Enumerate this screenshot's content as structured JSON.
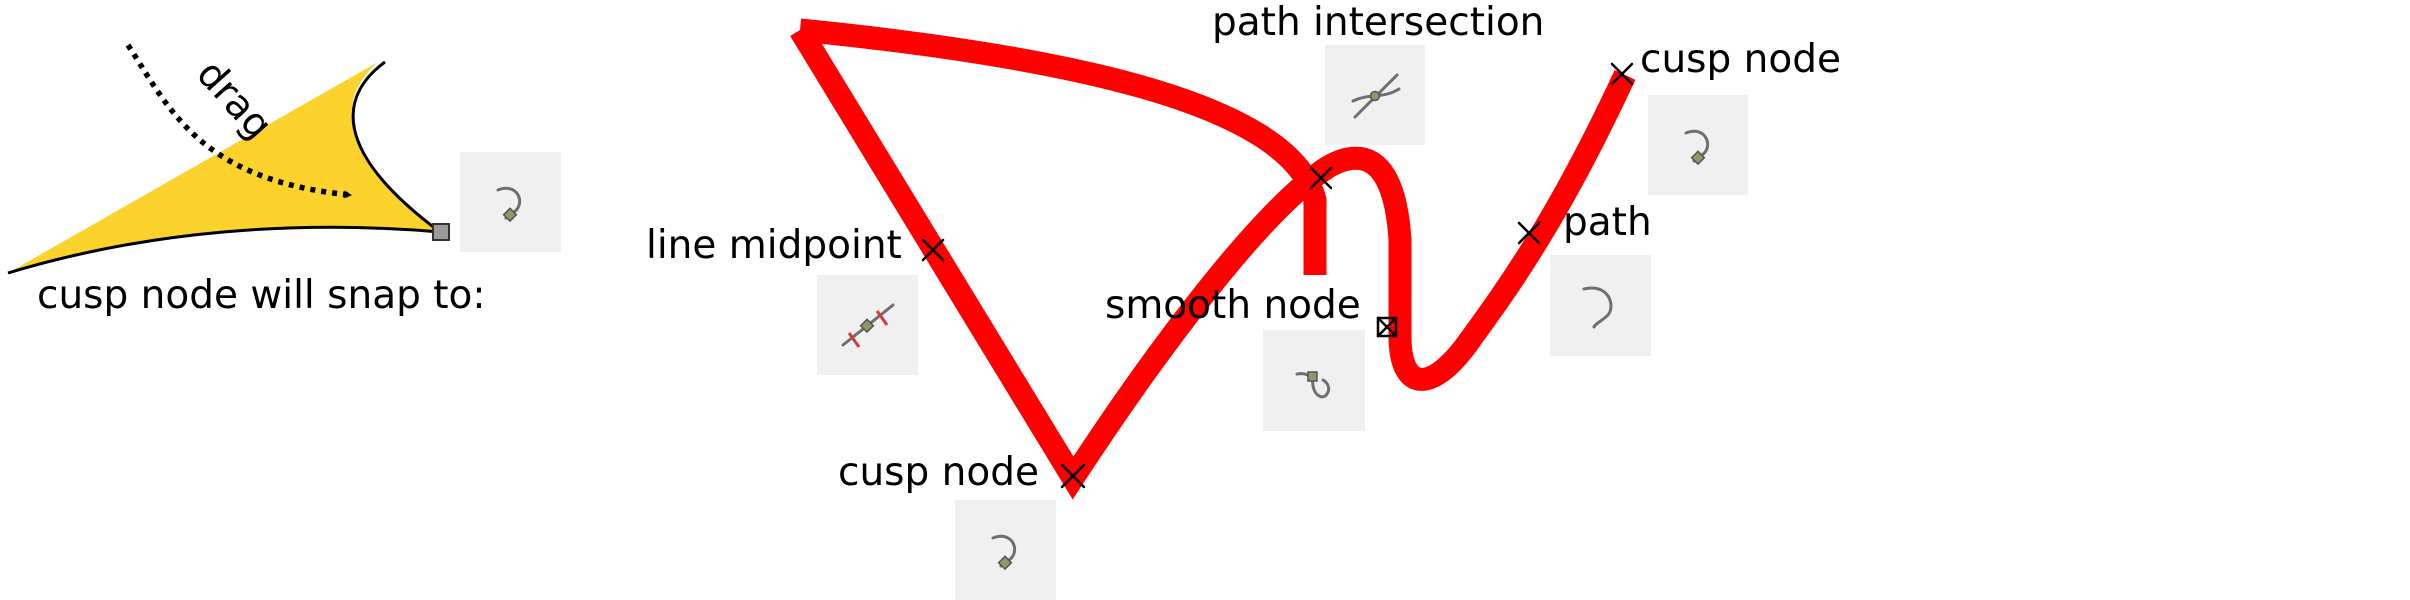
{
  "colors": {
    "path": "#ff0000",
    "shape_fill": "#fcd22c",
    "icon_background": "#f0f0f0",
    "marker": "#000000"
  },
  "labels": {
    "drag": "drag",
    "snap_caption": "cusp node will snap to:",
    "path_intersection": "path intersection",
    "cusp_node_top": "cusp node",
    "line_midpoint": "line midpoint",
    "path": "path",
    "smooth_node": "smooth node",
    "cusp_node_bottom": "cusp node"
  },
  "icons": {
    "drag_target": "snap-cusp-node-icon",
    "path_intersection": "snap-path-intersection-icon",
    "cusp_node_top": "snap-cusp-node-icon",
    "line_midpoint": "snap-line-midpoint-icon",
    "path": "snap-path-icon",
    "smooth_node": "snap-smooth-node-icon",
    "cusp_node_bottom": "snap-cusp-node-icon"
  }
}
